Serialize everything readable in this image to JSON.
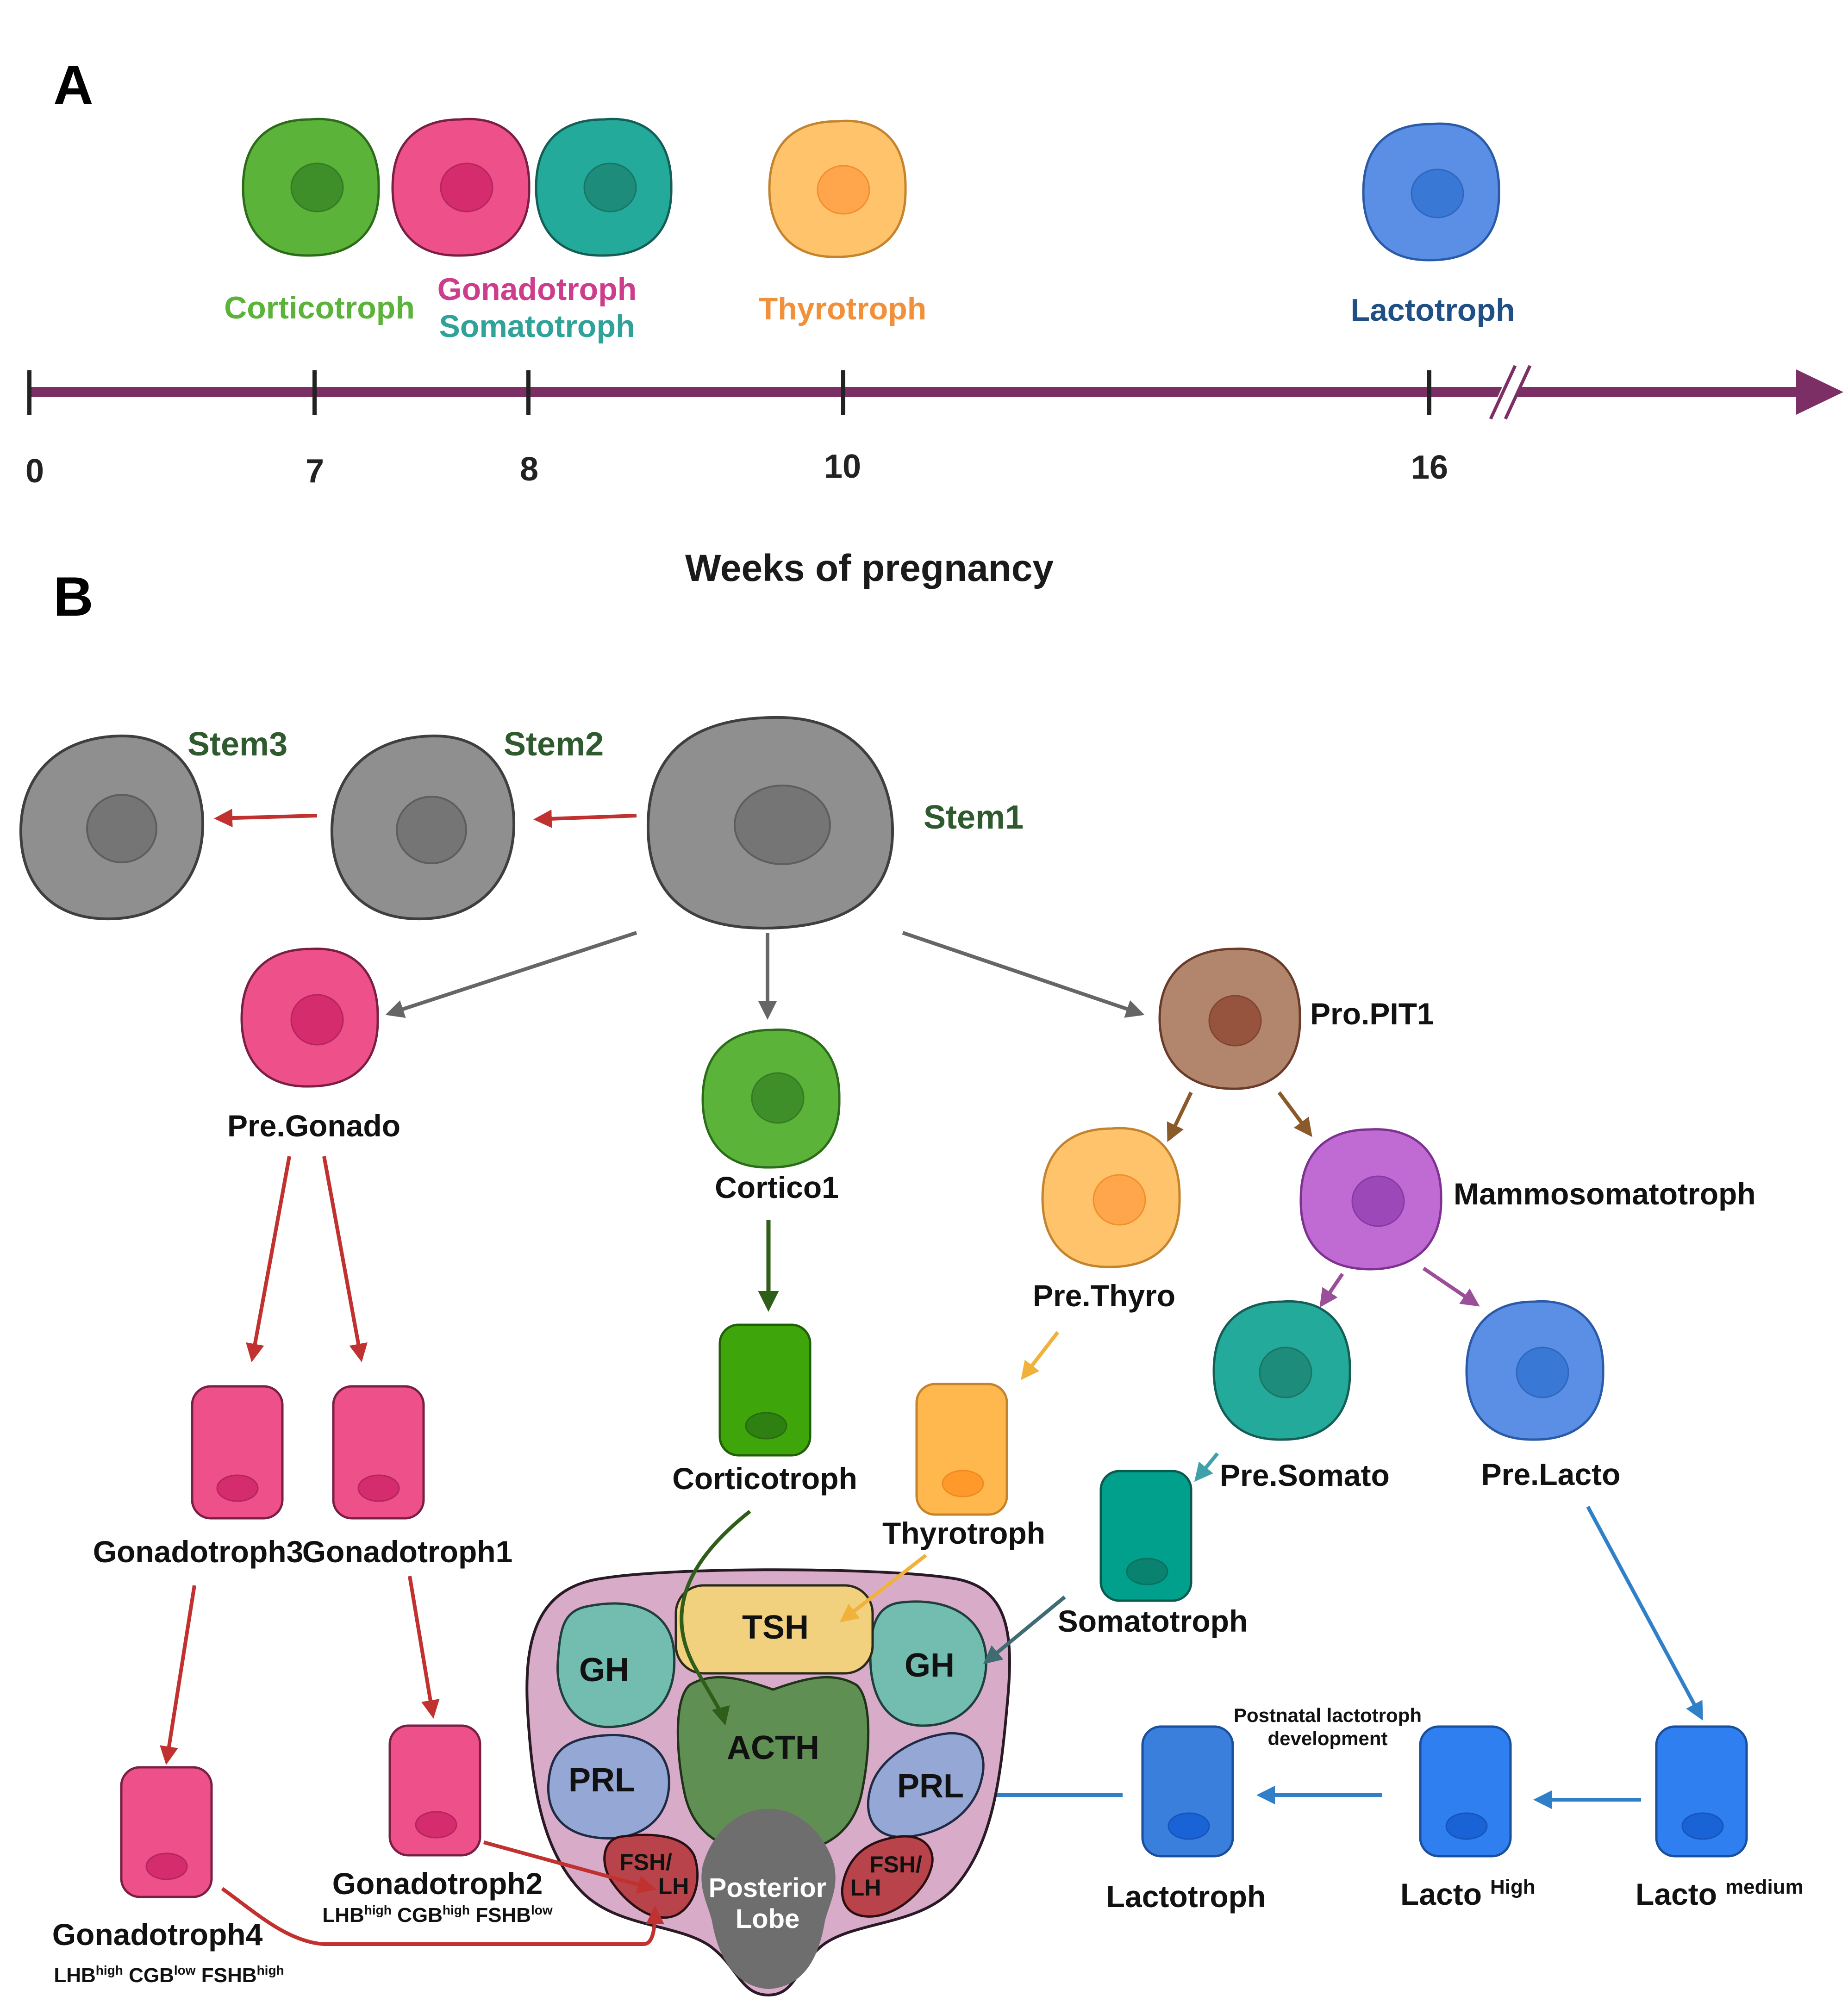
{
  "panel_a": {
    "label": "A",
    "axis_title": "Weeks of pregnancy",
    "ticks": [
      {
        "week": 0,
        "label": "0"
      },
      {
        "week": 7,
        "label": "7"
      },
      {
        "week": 8,
        "label": "8"
      },
      {
        "week": 10,
        "label": "10"
      },
      {
        "week": 16,
        "label": "16"
      }
    ],
    "cells": [
      {
        "name": "Corticotroph",
        "color": "#5bb33a"
      },
      {
        "name": "Gonadotroph",
        "color": "#ee5089"
      },
      {
        "name": "Somatotroph",
        "color": "#24aa9a"
      },
      {
        "name": "Thyrotroph",
        "color": "#ffc36b"
      },
      {
        "name": "Lactotroph",
        "color": "#5b8fe6"
      }
    ],
    "label_colors": {
      "corticotroph": "#5bb33a",
      "gonadotroph": "#cc3d8c",
      "somatotroph": "#2fa39a",
      "thyrotroph": "#f0903a",
      "lactotroph": "#1f4f84"
    },
    "arrow_color": "#7b2f64"
  },
  "panel_b": {
    "label": "B",
    "stems": {
      "stem1": "Stem1",
      "stem2": "Stem2",
      "stem3": "Stem3"
    },
    "nodes": {
      "pre_gonado": "Pre.Gonado",
      "cortico1": "Cortico1",
      "pro_pit1": "Pro.PIT1",
      "pre_thyro": "Pre.Thyro",
      "mammosomatotroph": "Mammosomatotroph",
      "corticotroph": "Corticotroph",
      "thyrotroph": "Thyrotroph",
      "pre_somato": "Pre.Somato",
      "pre_lacto": "Pre.Lacto",
      "somatotroph": "Somatotroph",
      "gonadotroph3": "Gonadotroph3",
      "gonadotroph1": "Gonadotroph1",
      "gonadotroph2": "Gonadotroph2",
      "gonadotroph4": "Gonadotroph4",
      "lactotroph": "Lactotroph",
      "lacto_high": "Lacto",
      "lacto_high_sup": "High",
      "lacto_medium": "Lacto",
      "lacto_medium_sup": "medium"
    },
    "gonadotroph2_markers": {
      "lhb": "LHB",
      "lhb_level": "high",
      "cgb": "CGB",
      "cgb_level": "high",
      "fshb": "FSHB",
      "fshb_level": "low"
    },
    "gonadotroph4_markers": {
      "lhb": "LHB",
      "lhb_level": "high",
      "cgb": "CGB",
      "cgb_level": "low",
      "fshb": "FSHB",
      "fshb_level": "high"
    },
    "postnatal_note_line1": "Postnatal lactotroph",
    "postnatal_note_line2": "development",
    "pituitary": {
      "tsh": "TSH",
      "gh_left": "GH",
      "gh_right": "GH",
      "acth": "ACTH",
      "prl_left": "PRL",
      "prl_right": "PRL",
      "fsh_lh_left_1": "FSH/",
      "fsh_lh_left_2": "LH",
      "fsh_lh_right_1": "FSH/",
      "fsh_lh_right_2": "LH",
      "posterior_1": "Posterior",
      "posterior_2": "Lobe"
    },
    "colors": {
      "stem": "#8f8f8f",
      "gonado": "#ee5089",
      "cortico": "#5bb33a",
      "corticotroph_mature": "#3ea60a",
      "pit1": "#b2866c",
      "thyro": "#ffc36b",
      "thyrotroph_mature": "#ffb84d",
      "mammo": "#c06ad4",
      "somato": "#24aa9a",
      "somatotroph_mature": "#00a08c",
      "lacto_pre": "#5b8fe6",
      "lacto_mature": "#3b7fdd",
      "lacto_bright": "#2f7ff0",
      "arrow_red": "#c0312f",
      "arrow_green": "#2f5e1a",
      "arrow_gray": "#666666",
      "arrow_brown": "#8a5a2b",
      "arrow_purple": "#9b4f98",
      "arrow_teal": "#3fa2aa",
      "arrow_yellow": "#f1b23c",
      "arrow_blue": "#2f80c8",
      "arrow_slate": "#3f6c72"
    }
  }
}
